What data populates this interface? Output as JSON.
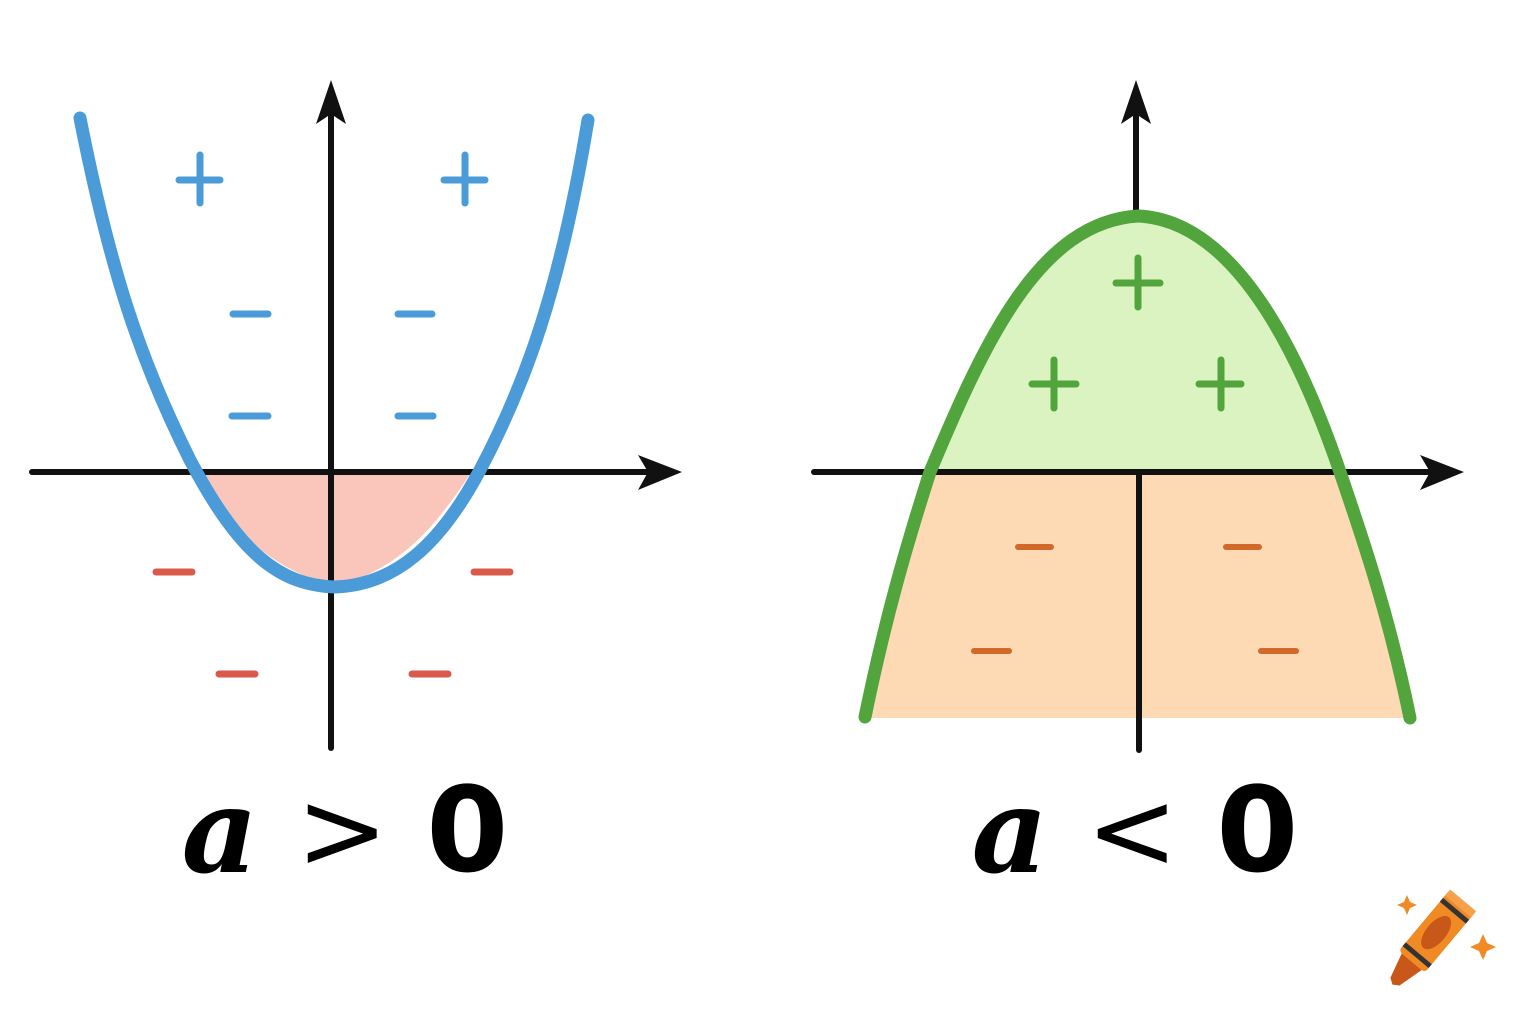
{
  "left_panel": {
    "label": {
      "variable": "a",
      "operator": ">",
      "value": "0"
    },
    "curve": "upward-opening parabola",
    "curve_color": "#4a9bd8",
    "fill_color": "#fac6bb",
    "upper_sign_color": "#4a9bd8",
    "lower_sign_color": "#d9594a",
    "signs": [
      {
        "symbol": "+",
        "region": "above-curve-left"
      },
      {
        "symbol": "+",
        "region": "above-curve-right"
      },
      {
        "symbol": "−",
        "region": "inside-left-upper"
      },
      {
        "symbol": "−",
        "region": "inside-right-upper"
      },
      {
        "symbol": "−",
        "region": "inside-left-lower"
      },
      {
        "symbol": "−",
        "region": "inside-right-lower"
      },
      {
        "symbol": "−",
        "region": "below-axis-left"
      },
      {
        "symbol": "−",
        "region": "below-axis-right"
      },
      {
        "symbol": "−",
        "region": "bottom-left"
      },
      {
        "symbol": "−",
        "region": "bottom-right"
      }
    ]
  },
  "right_panel": {
    "label": {
      "variable": "a",
      "operator": "<",
      "value": "0"
    },
    "curve": "downward-opening parabola",
    "curve_color": "#52a43d",
    "positive_fill": "#dbf3c0",
    "negative_fill": "#fddab4",
    "upper_sign_color": "#52a43d",
    "lower_sign_color": "#d2692a",
    "signs": [
      {
        "symbol": "+",
        "region": "top-center"
      },
      {
        "symbol": "+",
        "region": "middle-left"
      },
      {
        "symbol": "+",
        "region": "middle-right"
      },
      {
        "symbol": "−",
        "region": "below-axis-left-upper"
      },
      {
        "symbol": "−",
        "region": "below-axis-right-upper"
      },
      {
        "symbol": "−",
        "region": "below-axis-left-lower"
      },
      {
        "symbol": "−",
        "region": "below-axis-right-lower"
      }
    ]
  },
  "logo": {
    "icon": "crayon-icon",
    "color": "#f08a24"
  }
}
